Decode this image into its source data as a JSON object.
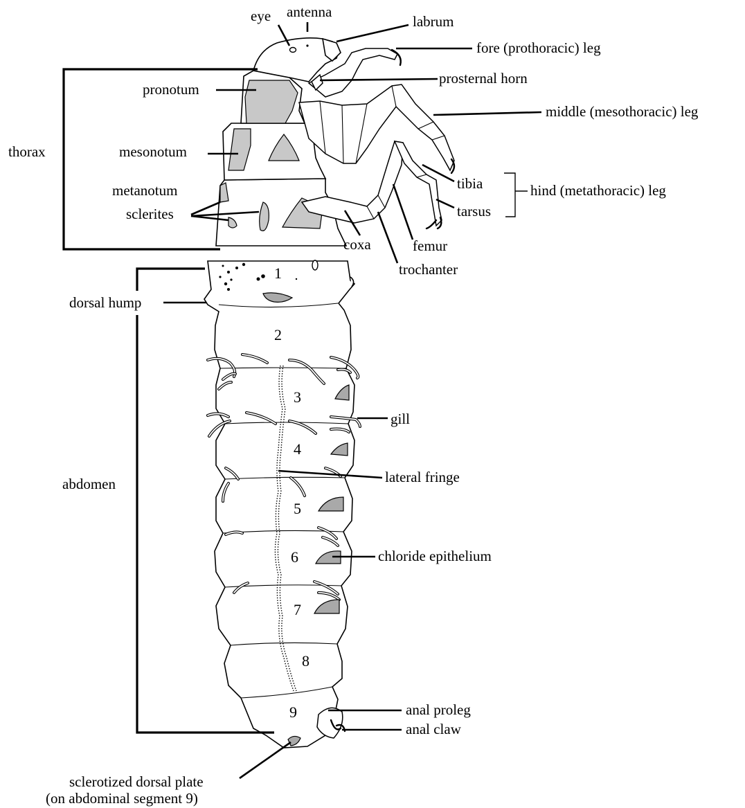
{
  "labels": {
    "eye": "eye",
    "antenna": "antenna",
    "labrum": "labrum",
    "fore_leg": "fore (prothoracic) leg",
    "prosternal_horn": "prosternal horn",
    "middle_leg": "middle (mesothoracic) leg",
    "pronotum": "pronotum",
    "thorax": "thorax",
    "mesonotum": "mesonotum",
    "metanotum": "metanotum",
    "sclerites": "sclerites",
    "tibia": "tibia",
    "tarsus": "tarsus",
    "hind_leg": "hind (metathoracic) leg",
    "coxa": "coxa",
    "femur": "femur",
    "trochanter": "trochanter",
    "dorsal_hump": "dorsal hump",
    "abdomen": "abdomen",
    "gill": "gill",
    "lateral_fringe": "lateral fringe",
    "chloride_epithelium": "chloride epithelium",
    "anal_proleg": "anal proleg",
    "anal_claw": "anal claw",
    "sclerotized_plate_line1": "sclerotized dorsal plate",
    "sclerotized_plate_line2": "(on abdominal segment 9)"
  },
  "segments": {
    "s1": "1",
    "s2": "2",
    "s3": "3",
    "s4": "4",
    "s5": "5",
    "s6": "6",
    "s7": "7",
    "s8": "8",
    "s9": "9"
  },
  "colors": {
    "sclerite_fill": "#c8c8c8",
    "chloride_fill": "#a9a9a9",
    "outline": "#000000"
  }
}
